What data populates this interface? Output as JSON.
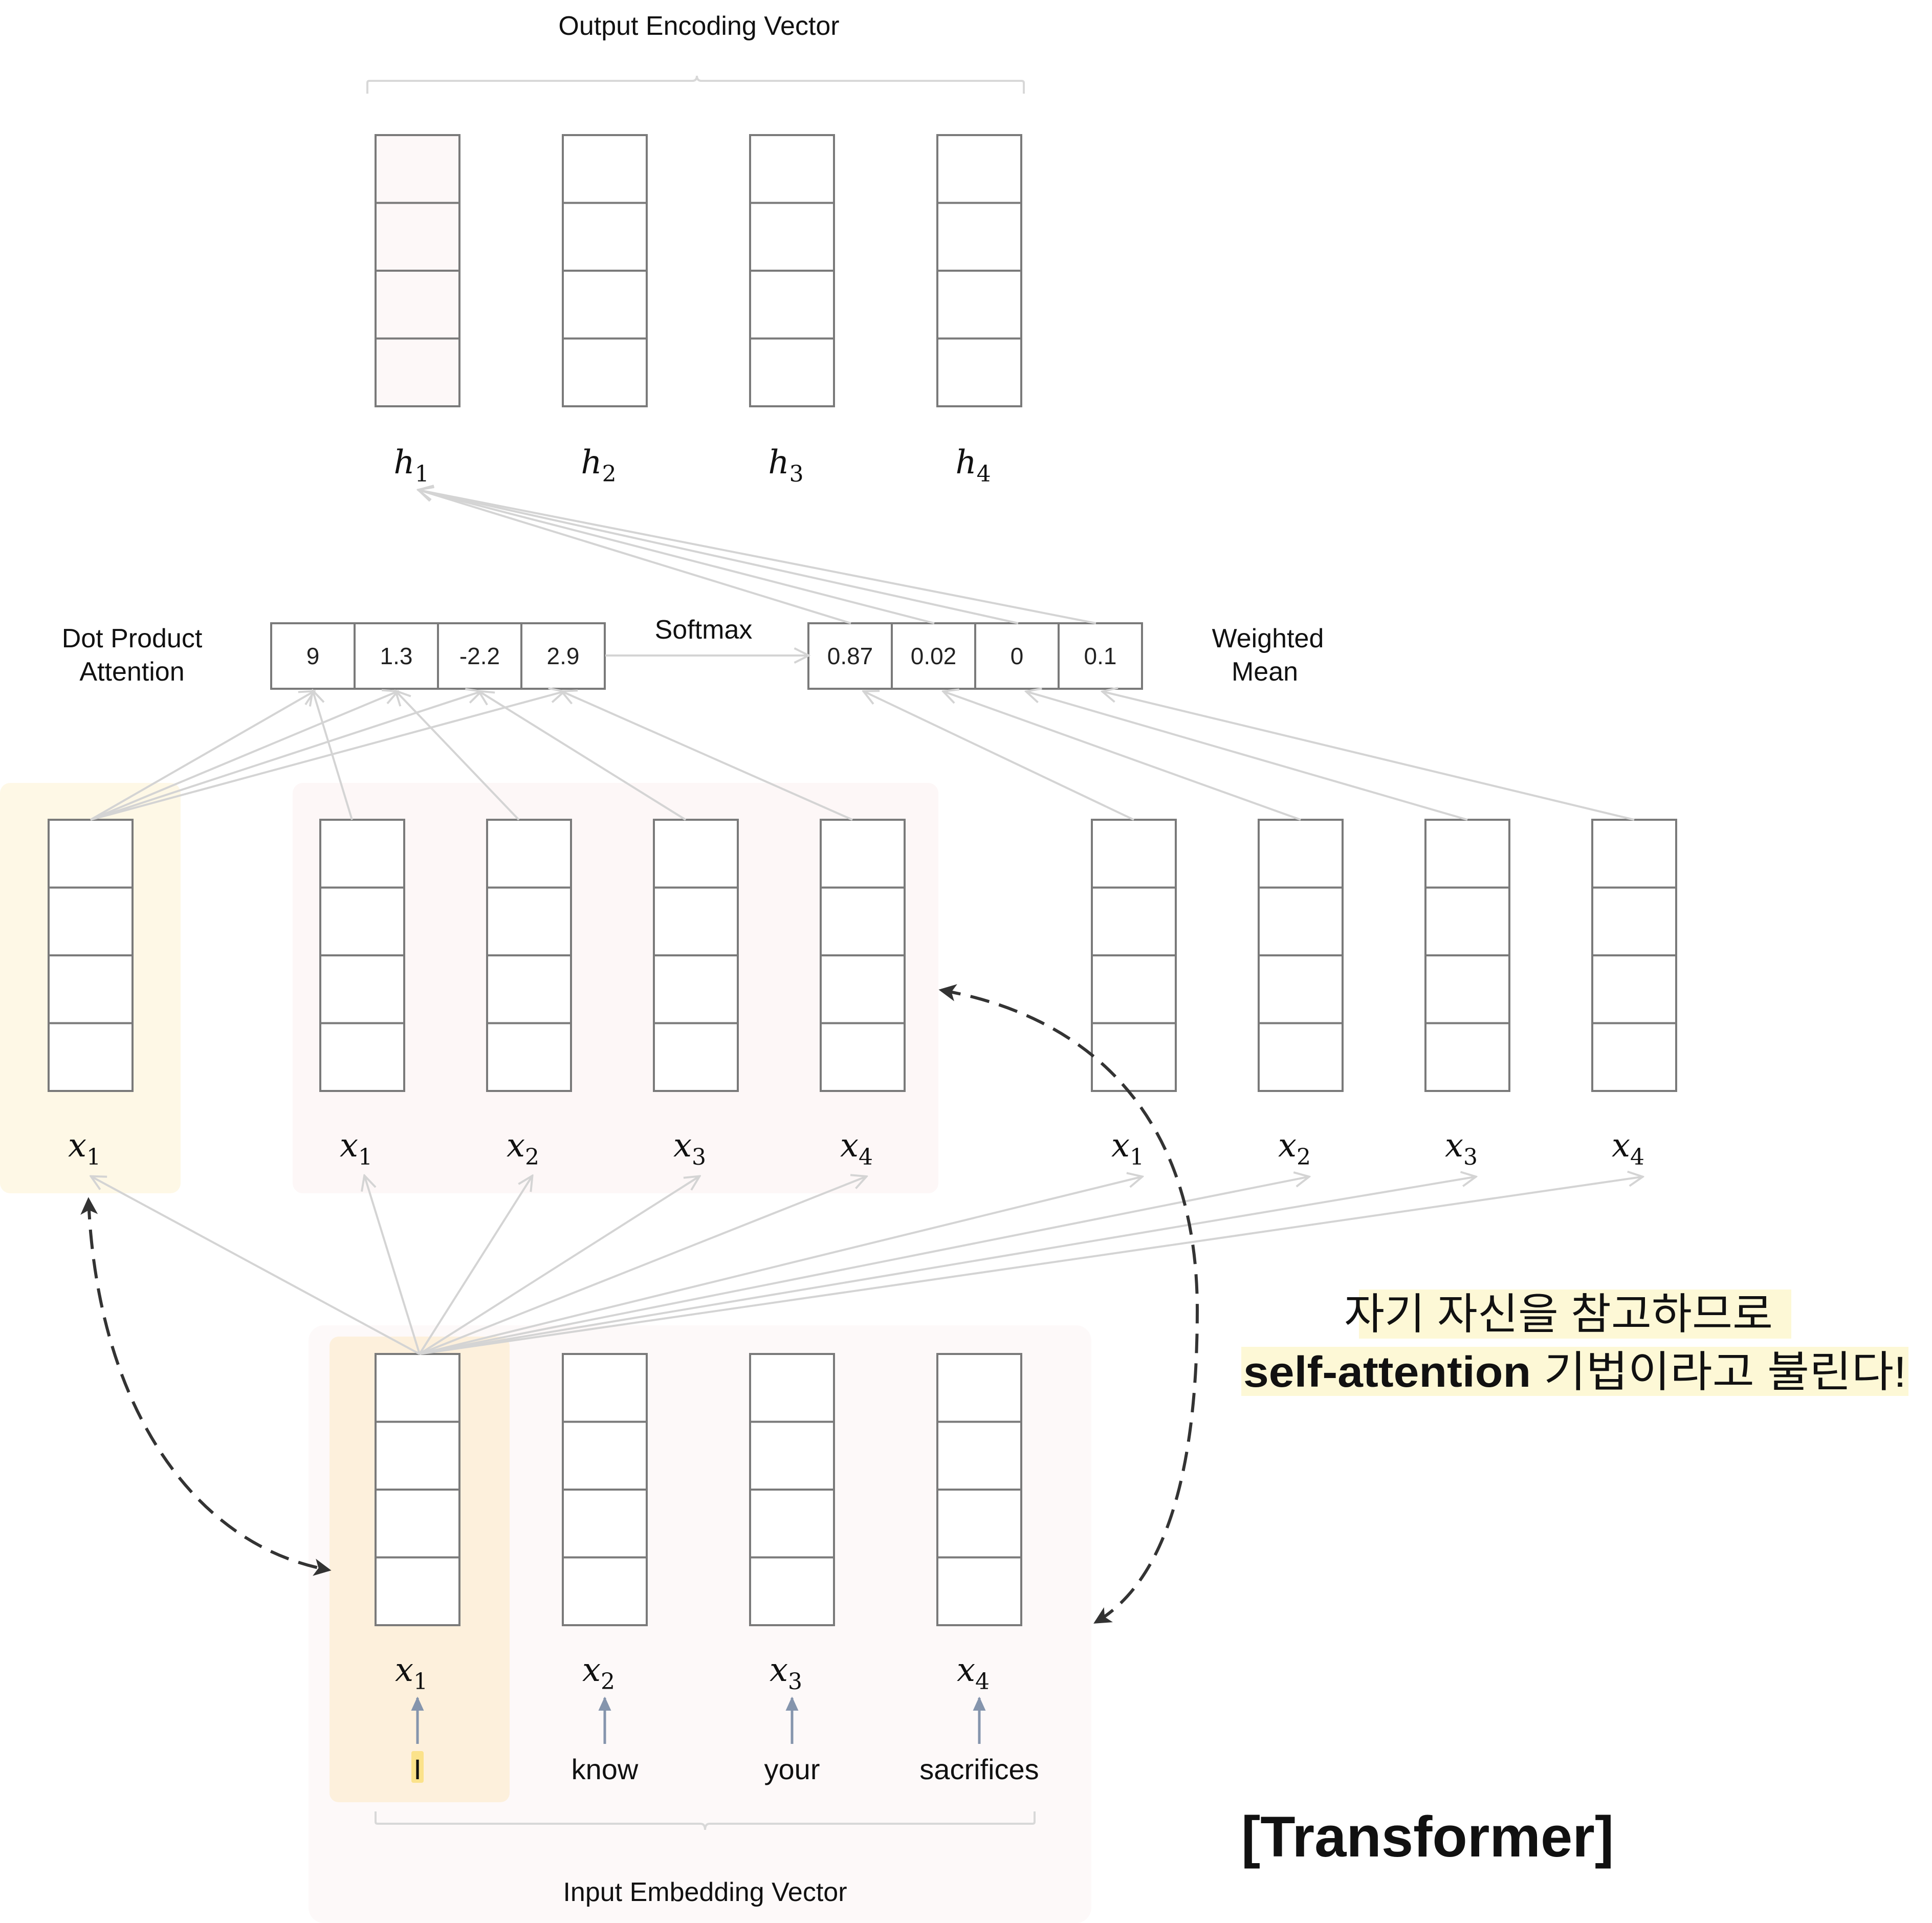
{
  "labels": {
    "output_title": "Output Encoding Vector",
    "input_title": "Input Embedding Vector",
    "dot_product_line1": "Dot Product",
    "dot_product_line2": "Attention",
    "softmax": "Softmax",
    "weighted_line1": "Weighted",
    "weighted_line2": "Mean",
    "transformer": "[Transformer]",
    "korean_line1": "자기 자신을 참고하므로",
    "korean_bold": "self-attention",
    "korean_line2_rest": " 기법이라고 불린다!"
  },
  "output_vectors": [
    {
      "base": "h",
      "sub": "1"
    },
    {
      "base": "h",
      "sub": "2"
    },
    {
      "base": "h",
      "sub": "3"
    },
    {
      "base": "h",
      "sub": "4"
    }
  ],
  "query_vector": {
    "base": "x",
    "sub": "1"
  },
  "key_vectors": [
    {
      "base": "x",
      "sub": "1"
    },
    {
      "base": "x",
      "sub": "2"
    },
    {
      "base": "x",
      "sub": "3"
    },
    {
      "base": "x",
      "sub": "4"
    }
  ],
  "value_vectors": [
    {
      "base": "x",
      "sub": "1"
    },
    {
      "base": "x",
      "sub": "2"
    },
    {
      "base": "x",
      "sub": "3"
    },
    {
      "base": "x",
      "sub": "4"
    }
  ],
  "input_vectors": [
    {
      "base": "x",
      "sub": "1",
      "word": "I"
    },
    {
      "base": "x",
      "sub": "2",
      "word": "know"
    },
    {
      "base": "x",
      "sub": "3",
      "word": "your"
    },
    {
      "base": "x",
      "sub": "4",
      "word": "sacrifices"
    }
  ],
  "dot_product_scores": [
    "9",
    "1.3",
    "-2.2",
    "2.9"
  ],
  "softmax_weights": [
    "0.87",
    "0.02",
    "0",
    "0.1"
  ],
  "colors": {
    "query_bg": "#fef8e6",
    "key_bg": "#fdf7f7",
    "input_bg": "#fdf9f9",
    "input_highlight": "#fdf0dc",
    "h1_fill": "#fdf8f8",
    "box_stroke": "#7a7a7a",
    "arrow_gray": "#d4d4d4",
    "dashed_arrow": "#333333",
    "word_arrow": "#8595ad",
    "korean_highlight": "#fdf8d6"
  }
}
